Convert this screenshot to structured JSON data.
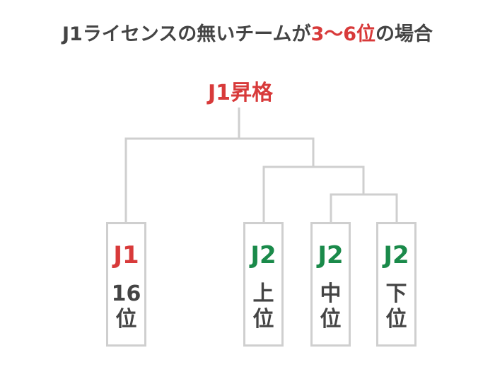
{
  "title": {
    "prefix": "J1ライセンスの無いチームが",
    "highlight": "3〜6位",
    "suffix": "の場合"
  },
  "winner": "J1昇格",
  "teams": [
    {
      "league": "J1",
      "rank_line1": "16",
      "rank_line2": "位",
      "color": "#d83a3a"
    },
    {
      "league": "J2",
      "rank_line1": "上",
      "rank_line2": "位",
      "color": "#1a8a4a"
    },
    {
      "league": "J2",
      "rank_line1": "中",
      "rank_line2": "位",
      "color": "#1a8a4a"
    },
    {
      "league": "J2",
      "rank_line1": "下",
      "rank_line2": "位",
      "color": "#1a8a4a"
    }
  ],
  "colors": {
    "title": "#444444",
    "accent_red": "#d83a3a",
    "accent_green": "#1a8a4a",
    "line": "#cfcfcf"
  }
}
